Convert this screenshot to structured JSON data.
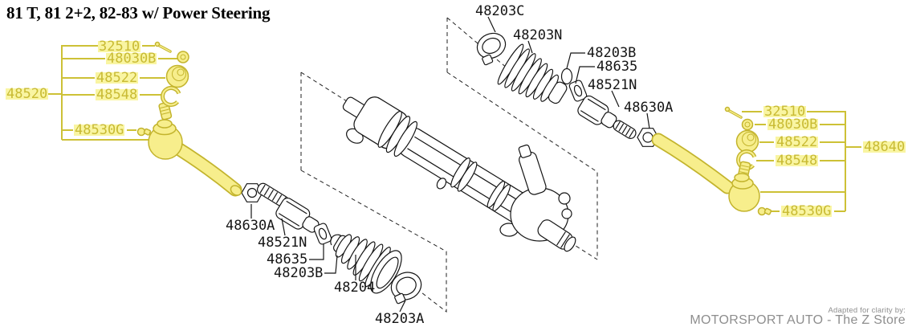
{
  "title": "81 T, 81 2+2, 82-83 w/ Power Steering",
  "watermark": {
    "line1": "Adapted for clarity by:",
    "line2": "MOTORSPORT AUTO - The Z Store"
  },
  "colors": {
    "highlight_bg": "#F9F5A2",
    "highlight_text": "#C9BB34",
    "callout_yellow": "#CDC136",
    "part_fill": "#F7EE8C",
    "part_outline": "#C3B42D",
    "line_black": "#151515",
    "watermark_gray": "#8E8E8E"
  },
  "label_groups": {
    "left_assembly": {
      "assembly": "48520",
      "parts": [
        "32510",
        "48030B",
        "48522",
        "48548",
        "48530G"
      ]
    },
    "right_assembly": {
      "assembly": "48640",
      "parts": [
        "32510",
        "48030B",
        "48522",
        "48548",
        "48530G"
      ]
    },
    "upper_center_parts": [
      "48203C",
      "48203N",
      "48203B",
      "48635",
      "48521N",
      "48630A"
    ],
    "lower_center_parts": [
      "48630A",
      "48521N",
      "48635",
      "48203B",
      "48204",
      "48203A"
    ]
  }
}
